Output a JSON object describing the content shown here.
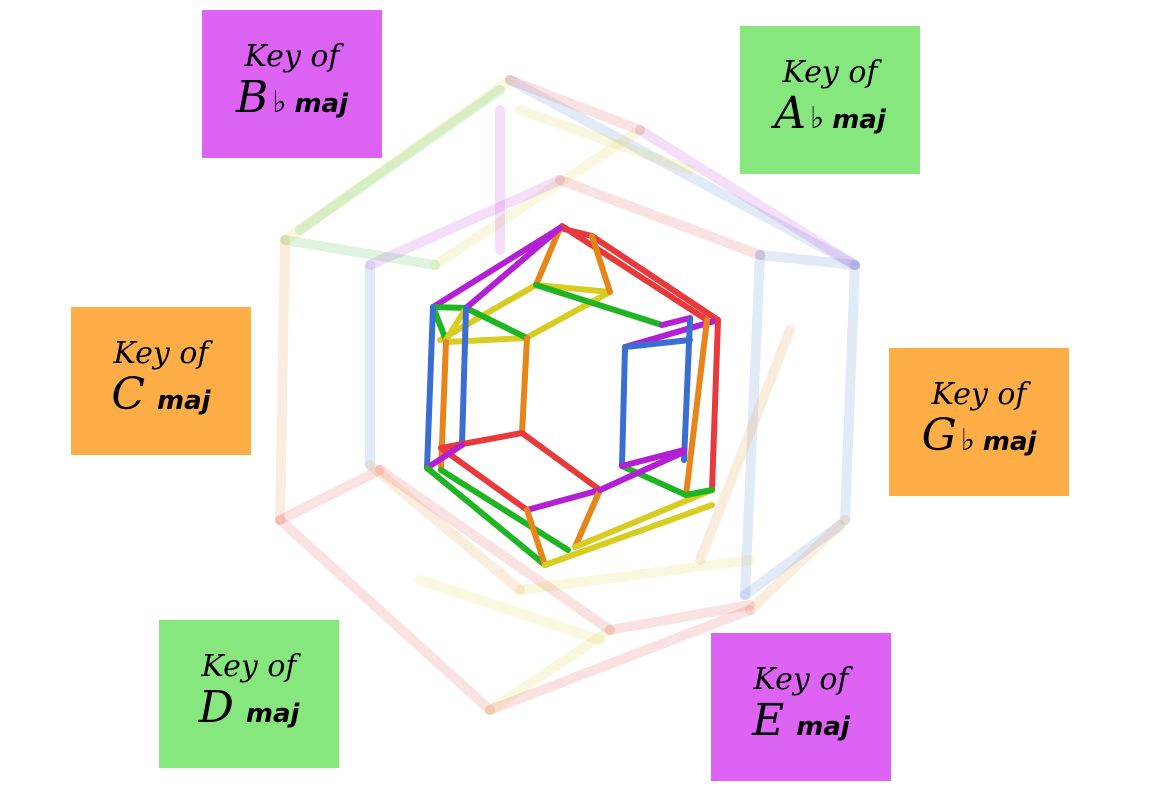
{
  "colors": {
    "magenta": "#dd63f5",
    "green": "#87e77f",
    "orange": "#ffad46",
    "edge_red": "#e83a3a",
    "edge_purple": "#b41fd6",
    "edge_orange": "#e7841a",
    "edge_yellow": "#d8cc22",
    "edge_green": "#1fb422",
    "edge_blue": "#3a6fd1"
  },
  "keys": [
    {
      "id": "b-flat",
      "line1": "Key of",
      "note": "B",
      "accidental": "♭",
      "mode": "maj",
      "color": "#dd63f5"
    },
    {
      "id": "a-flat",
      "line1": "Key of",
      "note": "A",
      "accidental": "♭",
      "mode": "maj",
      "color": "#87e77f"
    },
    {
      "id": "c",
      "line1": "Key of",
      "note": "C",
      "accidental": "",
      "mode": "maj",
      "color": "#ffad46"
    },
    {
      "id": "g-flat",
      "line1": "Key of",
      "note": "G",
      "accidental": "♭",
      "mode": "maj",
      "color": "#ffad46"
    },
    {
      "id": "d",
      "line1": "Key of",
      "note": "D",
      "accidental": "",
      "mode": "maj",
      "color": "#87e77f"
    },
    {
      "id": "e",
      "line1": "Key of",
      "note": "E",
      "accidental": "",
      "mode": "maj",
      "color": "#dd63f5"
    }
  ]
}
